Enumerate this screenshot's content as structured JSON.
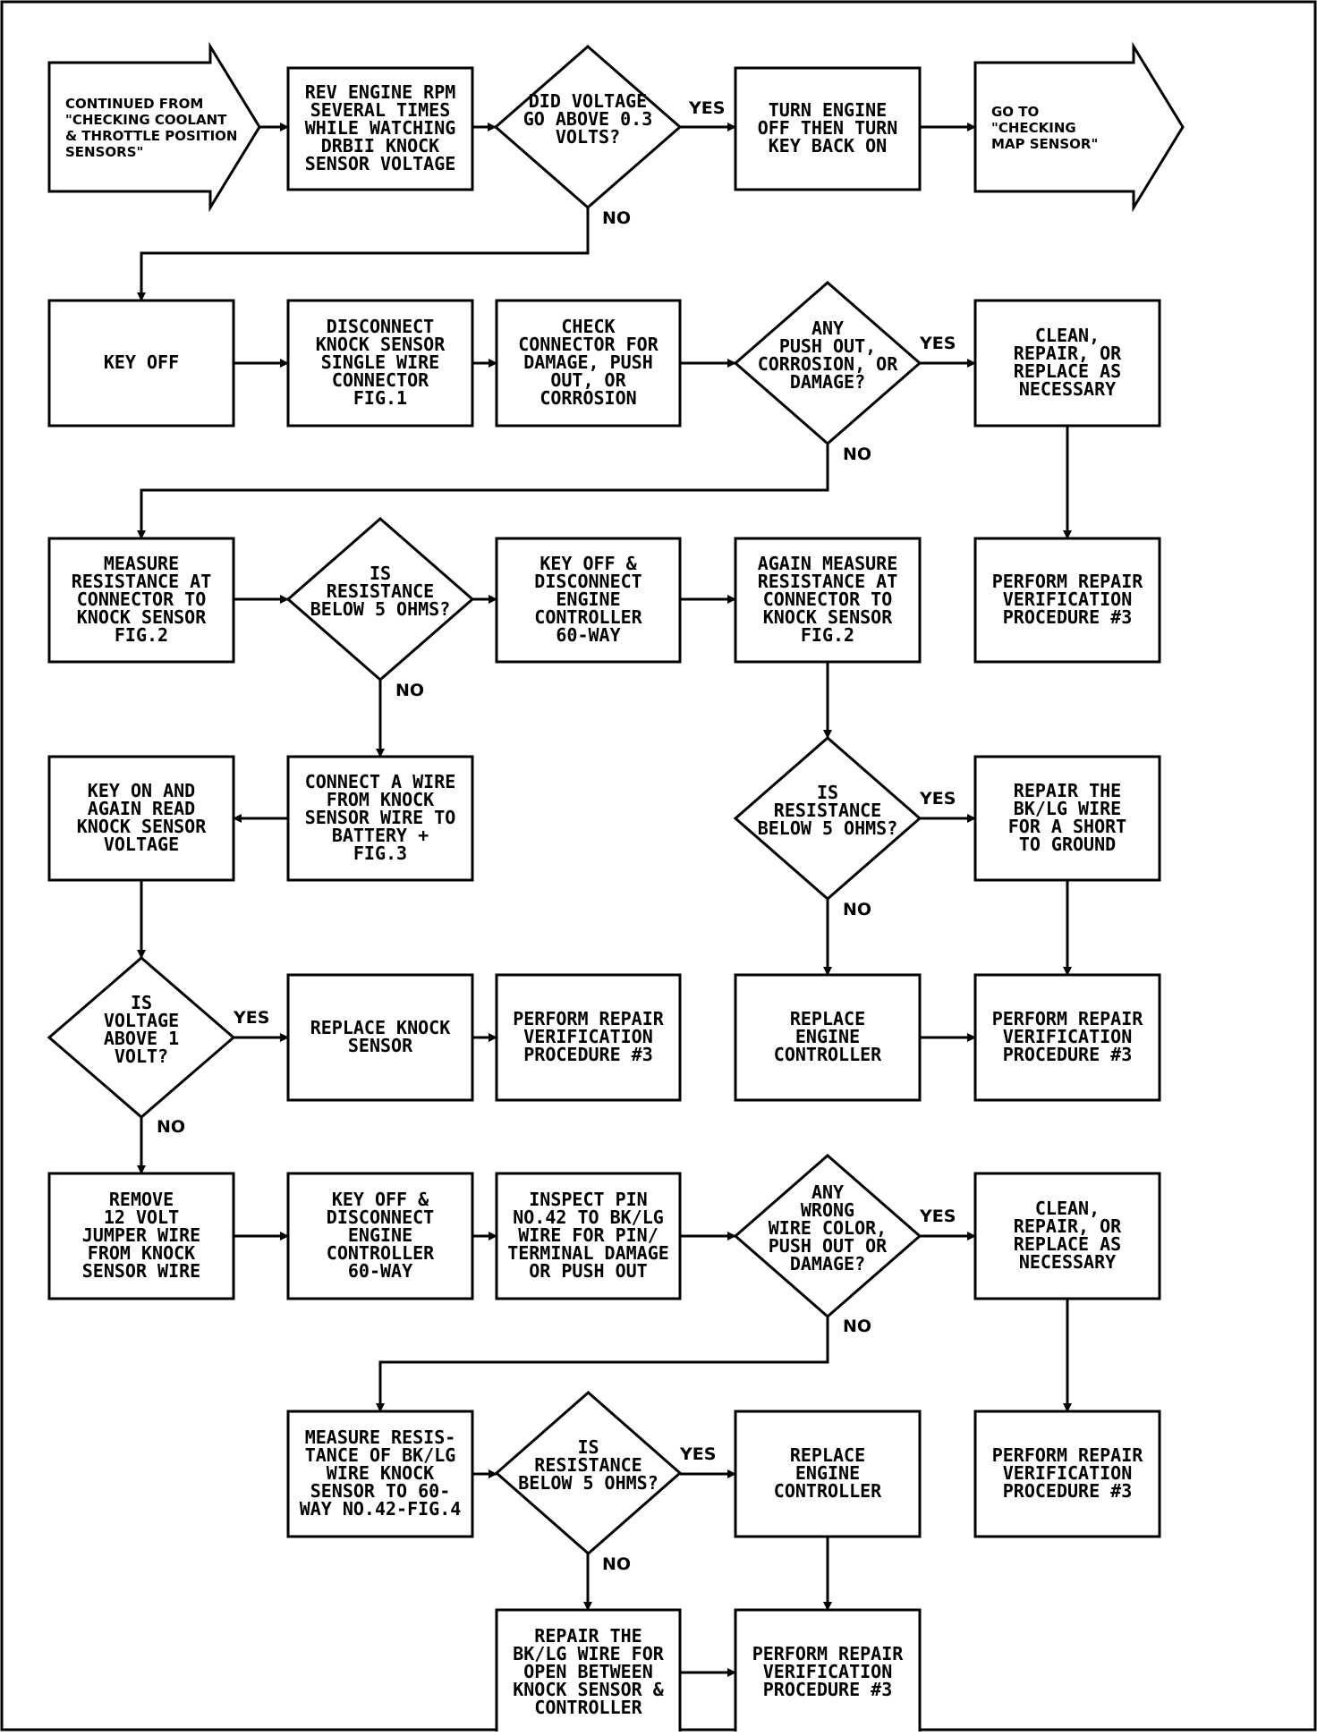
{
  "nodes": [
    {
      "id": "n_cont",
      "shape": "arrow",
      "lines": [
        "CONTINUED FROM",
        "\"CHECKING COOLANT",
        "& THROTTLE POSITION",
        "SENSORS\""
      ]
    },
    {
      "id": "n_rev",
      "shape": "rect",
      "lines": [
        "REV ENGINE RPM",
        "SEVERAL TIMES",
        "WHILE WATCHING",
        "DRBII KNOCK",
        "SENSOR VOLTAGE"
      ]
    },
    {
      "id": "d_volt03",
      "shape": "diamond",
      "lines": [
        "DID VOLTAGE",
        "GO ABOVE 0.3",
        "VOLTS?"
      ]
    },
    {
      "id": "n_turn",
      "shape": "rect",
      "lines": [
        "TURN ENGINE",
        "OFF THEN TURN",
        "KEY BACK ON"
      ]
    },
    {
      "id": "n_goto",
      "shape": "arrow",
      "lines": [
        "GO TO",
        "\"CHECKING",
        "MAP SENSOR\""
      ]
    },
    {
      "id": "n_keyoff",
      "shape": "rect",
      "lines": [
        "KEY OFF"
      ]
    },
    {
      "id": "n_disc",
      "shape": "rect",
      "lines": [
        "DISCONNECT",
        "KNOCK SENSOR",
        "SINGLE WIRE",
        "CONNECTOR",
        "FIG.1"
      ]
    },
    {
      "id": "n_check",
      "shape": "rect",
      "lines": [
        "CHECK",
        "CONNECTOR FOR",
        "DAMAGE, PUSH",
        "OUT, OR",
        "CORROSION"
      ]
    },
    {
      "id": "d_push",
      "shape": "diamond",
      "lines": [
        "ANY",
        "PUSH OUT,",
        "CORROSION, OR",
        "DAMAGE?"
      ]
    },
    {
      "id": "n_clean1",
      "shape": "rect",
      "lines": [
        "CLEAN,",
        "REPAIR, OR",
        "REPLACE AS",
        "NECESSARY"
      ]
    },
    {
      "id": "n_meas1",
      "shape": "rect",
      "lines": [
        "MEASURE",
        "RESISTANCE AT",
        "CONNECTOR TO",
        "KNOCK SENSOR",
        "FIG.2"
      ]
    },
    {
      "id": "d_res1",
      "shape": "diamond",
      "lines": [
        "IS",
        "RESISTANCE",
        "BELOW 5 OHMS?"
      ]
    },
    {
      "id": "n_keyoff60a",
      "shape": "rect",
      "lines": [
        "KEY OFF &",
        "DISCONNECT",
        "ENGINE",
        "CONTROLLER",
        "60-WAY"
      ]
    },
    {
      "id": "n_meas2",
      "shape": "rect",
      "lines": [
        "AGAIN MEASURE",
        "RESISTANCE AT",
        "CONNECTOR TO",
        "KNOCK SENSOR",
        "FIG.2"
      ]
    },
    {
      "id": "n_verif1",
      "shape": "rect",
      "lines": [
        "PERFORM REPAIR",
        "VERIFICATION",
        "PROCEDURE #3"
      ]
    },
    {
      "id": "n_keyon",
      "shape": "rect",
      "lines": [
        "KEY ON AND",
        "AGAIN READ",
        "KNOCK SENSOR",
        "VOLTAGE"
      ]
    },
    {
      "id": "n_wire",
      "shape": "rect",
      "lines": [
        "CONNECT A WIRE",
        "FROM KNOCK",
        "SENSOR WIRE TO",
        "BATTERY +",
        "FIG.3"
      ]
    },
    {
      "id": "d_res2",
      "shape": "diamond",
      "lines": [
        "IS",
        "RESISTANCE",
        "BELOW 5 OHMS?"
      ]
    },
    {
      "id": "n_repshort",
      "shape": "rect",
      "lines": [
        "REPAIR THE",
        "BK/LG WIRE",
        "FOR A SHORT",
        "TO GROUND"
      ]
    },
    {
      "id": "d_volt1",
      "shape": "diamond",
      "lines": [
        "IS",
        "VOLTAGE",
        "ABOVE 1",
        "VOLT?"
      ]
    },
    {
      "id": "n_replknock",
      "shape": "rect",
      "lines": [
        "REPLACE KNOCK",
        "SENSOR"
      ]
    },
    {
      "id": "n_verif2",
      "shape": "rect",
      "lines": [
        "PERFORM REPAIR",
        "VERIFICATION",
        "PROCEDURE #3"
      ]
    },
    {
      "id": "n_replctrl1",
      "shape": "rect",
      "lines": [
        "REPLACE",
        "ENGINE",
        "CONTROLLER"
      ]
    },
    {
      "id": "n_verif3",
      "shape": "rect",
      "lines": [
        "PERFORM REPAIR",
        "VERIFICATION",
        "PROCEDURE #3"
      ]
    },
    {
      "id": "n_remove",
      "shape": "rect",
      "lines": [
        "REMOVE",
        "12 VOLT",
        "JUMPER WIRE",
        "FROM KNOCK",
        "SENSOR WIRE"
      ]
    },
    {
      "id": "n_keyoff60b",
      "shape": "rect",
      "lines": [
        "KEY OFF &",
        "DISCONNECT",
        "ENGINE",
        "CONTROLLER",
        "60-WAY"
      ]
    },
    {
      "id": "n_inspect",
      "shape": "rect",
      "lines": [
        "INSPECT PIN",
        "NO.42 TO BK/LG",
        "WIRE FOR PIN/",
        "TERMINAL DAMAGE",
        "OR PUSH OUT"
      ]
    },
    {
      "id": "d_wrong",
      "shape": "diamond",
      "lines": [
        "ANY",
        "WRONG",
        "WIRE COLOR,",
        "PUSH OUT OR",
        "DAMAGE?"
      ]
    },
    {
      "id": "n_clean2",
      "shape": "rect",
      "lines": [
        "CLEAN,",
        "REPAIR, OR",
        "REPLACE AS",
        "NECESSARY"
      ]
    },
    {
      "id": "n_measbk",
      "shape": "rect",
      "lines": [
        "MEASURE RESIS-",
        "TANCE OF BK/LG",
        "WIRE KNOCK",
        "SENSOR TO 60-",
        "WAY NO.42-FIG.4"
      ]
    },
    {
      "id": "d_res3",
      "shape": "diamond",
      "lines": [
        "IS",
        "RESISTANCE",
        "BELOW 5 OHMS?"
      ]
    },
    {
      "id": "n_replctrl2",
      "shape": "rect",
      "lines": [
        "REPLACE",
        "ENGINE",
        "CONTROLLER"
      ]
    },
    {
      "id": "n_verif4",
      "shape": "rect",
      "lines": [
        "PERFORM REPAIR",
        "VERIFICATION",
        "PROCEDURE #3"
      ]
    },
    {
      "id": "n_repopen",
      "shape": "rect",
      "lines": [
        "REPAIR THE",
        "BK/LG WIRE FOR",
        "OPEN BETWEEN",
        "KNOCK SENSOR &",
        "CONTROLLER"
      ]
    },
    {
      "id": "n_verif5",
      "shape": "rect",
      "lines": [
        "PERFORM REPAIR",
        "VERIFICATION",
        "PROCEDURE #3"
      ]
    }
  ],
  "edges": [
    {
      "from": "n_cont",
      "to": "n_rev",
      "label": ""
    },
    {
      "from": "n_rev",
      "to": "d_volt03",
      "label": ""
    },
    {
      "from": "d_volt03",
      "to": "n_turn",
      "label": "YES"
    },
    {
      "from": "n_turn",
      "to": "n_goto",
      "label": ""
    },
    {
      "from": "d_volt03",
      "to": "n_keyoff",
      "label": "NO"
    },
    {
      "from": "n_keyoff",
      "to": "n_disc",
      "label": ""
    },
    {
      "from": "n_disc",
      "to": "n_check",
      "label": ""
    },
    {
      "from": "n_check",
      "to": "d_push",
      "label": ""
    },
    {
      "from": "d_push",
      "to": "n_clean1",
      "label": "YES"
    },
    {
      "from": "n_clean1",
      "to": "n_verif1",
      "label": ""
    },
    {
      "from": "d_push",
      "to": "n_meas1",
      "label": "NO"
    },
    {
      "from": "n_meas1",
      "to": "d_res1",
      "label": ""
    },
    {
      "from": "d_res1",
      "to": "n_keyoff60a",
      "label": ""
    },
    {
      "from": "n_keyoff60a",
      "to": "n_meas2",
      "label": ""
    },
    {
      "from": "d_res1",
      "to": "n_wire",
      "label": "NO"
    },
    {
      "from": "n_wire",
      "to": "n_keyon",
      "label": ""
    },
    {
      "from": "n_meas2",
      "to": "d_res2",
      "label": ""
    },
    {
      "from": "d_res2",
      "to": "n_repshort",
      "label": "YES"
    },
    {
      "from": "n_repshort",
      "to": "n_verif3",
      "label": ""
    },
    {
      "from": "d_res2",
      "to": "n_replctrl1",
      "label": "NO"
    },
    {
      "from": "n_replctrl1",
      "to": "n_verif3",
      "label": ""
    },
    {
      "from": "n_keyon",
      "to": "d_volt1",
      "label": ""
    },
    {
      "from": "d_volt1",
      "to": "n_replknock",
      "label": "YES"
    },
    {
      "from": "n_replknock",
      "to": "n_verif2",
      "label": ""
    },
    {
      "from": "d_volt1",
      "to": "n_remove",
      "label": "NO"
    },
    {
      "from": "n_remove",
      "to": "n_keyoff60b",
      "label": ""
    },
    {
      "from": "n_keyoff60b",
      "to": "n_inspect",
      "label": ""
    },
    {
      "from": "n_inspect",
      "to": "d_wrong",
      "label": ""
    },
    {
      "from": "d_wrong",
      "to": "n_clean2",
      "label": "YES"
    },
    {
      "from": "n_clean2",
      "to": "n_verif4",
      "label": ""
    },
    {
      "from": "d_wrong",
      "to": "n_measbk",
      "label": "NO"
    },
    {
      "from": "n_measbk",
      "to": "d_res3",
      "label": ""
    },
    {
      "from": "d_res3",
      "to": "n_replctrl2",
      "label": "YES"
    },
    {
      "from": "n_replctrl2",
      "to": "n_verif5",
      "label": ""
    },
    {
      "from": "d_res3",
      "to": "n_repopen",
      "label": "NO"
    },
    {
      "from": "n_repopen",
      "to": "n_verif5",
      "label": ""
    }
  ]
}
